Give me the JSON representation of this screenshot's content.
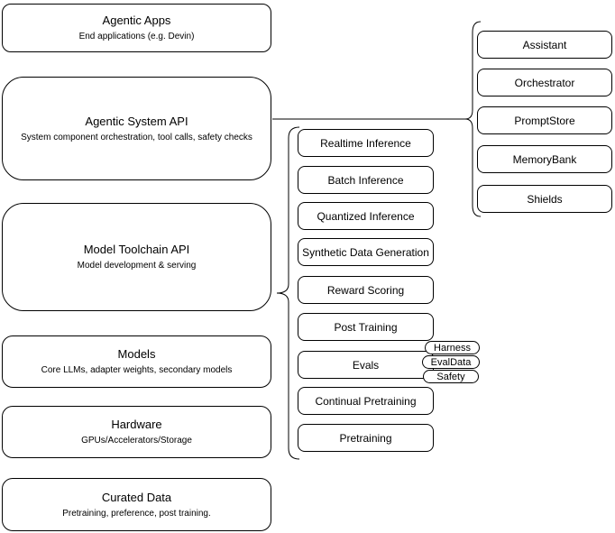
{
  "diagram": {
    "colors": {
      "background": "#ffffff",
      "node_fill": "#ffffff",
      "stroke": "#000000",
      "text": "#000000"
    },
    "left_stack": [
      {
        "title": "Agentic Apps",
        "subtitle": "End applications (e.g. Devin)"
      },
      {
        "title": "Agentic System API",
        "subtitle": "System component orchestration, tool calls, safety checks"
      },
      {
        "title": "Model Toolchain API",
        "subtitle": "Model development & serving"
      },
      {
        "title": "Models",
        "subtitle": "Core LLMs, adapter weights, secondary models"
      },
      {
        "title": "Hardware",
        "subtitle": "GPUs/Accelerators/Storage"
      },
      {
        "title": "Curated Data",
        "subtitle": "Pretraining, preference, post training."
      }
    ],
    "toolchain_components": [
      "Realtime Inference",
      "Batch Inference",
      "Quantized Inference",
      "Synthetic Data Generation",
      "Reward Scoring",
      "Post Training",
      "Evals",
      "Continual Pretraining",
      "Pretraining"
    ],
    "eval_tags": [
      "Harness",
      "EvalData",
      "Safety"
    ],
    "system_components": [
      "Assistant",
      "Orchestrator",
      "PromptStore",
      "MemoryBank",
      "Shields"
    ]
  }
}
